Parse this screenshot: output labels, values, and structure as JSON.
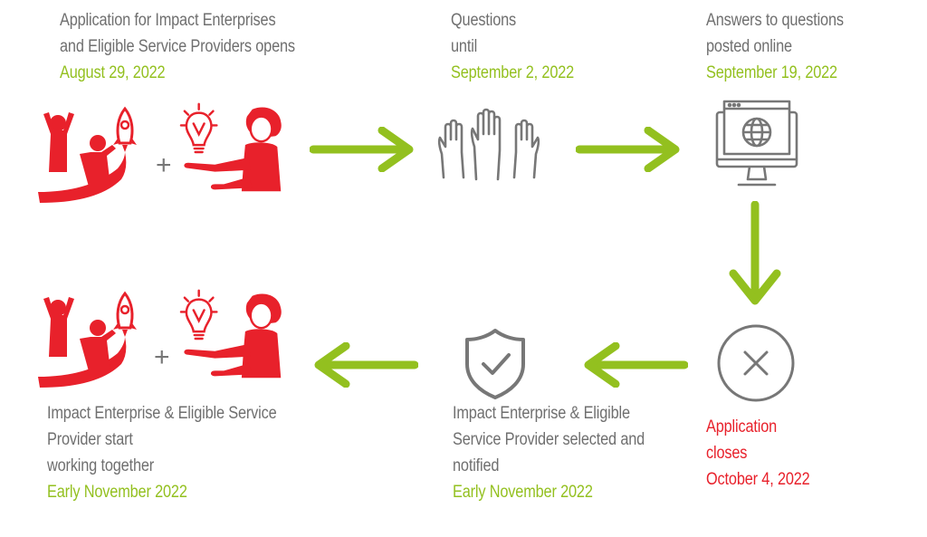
{
  "colors": {
    "accent_green": "#93c01f",
    "accent_red": "#e8212b",
    "text_gray": "#6f6f6f",
    "icon_gray": "#777777"
  },
  "steps": [
    {
      "id": "open",
      "lines": [
        "Application for Impact Enterprises",
        "and Eligible Service Providers opens"
      ],
      "date": "August 29, 2022",
      "icon": "people-rocket-lightbulb-icon"
    },
    {
      "id": "questions",
      "lines": [
        "Questions",
        "until"
      ],
      "date": "September 2, 2022",
      "icon": "raised-hands-icon"
    },
    {
      "id": "answers",
      "lines": [
        "Answers to questions",
        "posted online"
      ],
      "date": "September 19, 2022",
      "icon": "monitor-globe-icon"
    },
    {
      "id": "closes",
      "lines": [
        "Application",
        "closes"
      ],
      "date": "October 4, 2022",
      "icon": "close-circle-icon"
    },
    {
      "id": "selected",
      "lines": [
        "Impact Enterprise & Eligible",
        "Service Provider selected and",
        "notified"
      ],
      "date": "Early November 2022",
      "icon": "shield-check-icon"
    },
    {
      "id": "start",
      "lines": [
        "Impact Enterprise & Eligible Service",
        "Provider start",
        "working together"
      ],
      "date": "Early November 2022",
      "icon": "people-rocket-lightbulb-icon"
    }
  ],
  "plus_sign": "+"
}
